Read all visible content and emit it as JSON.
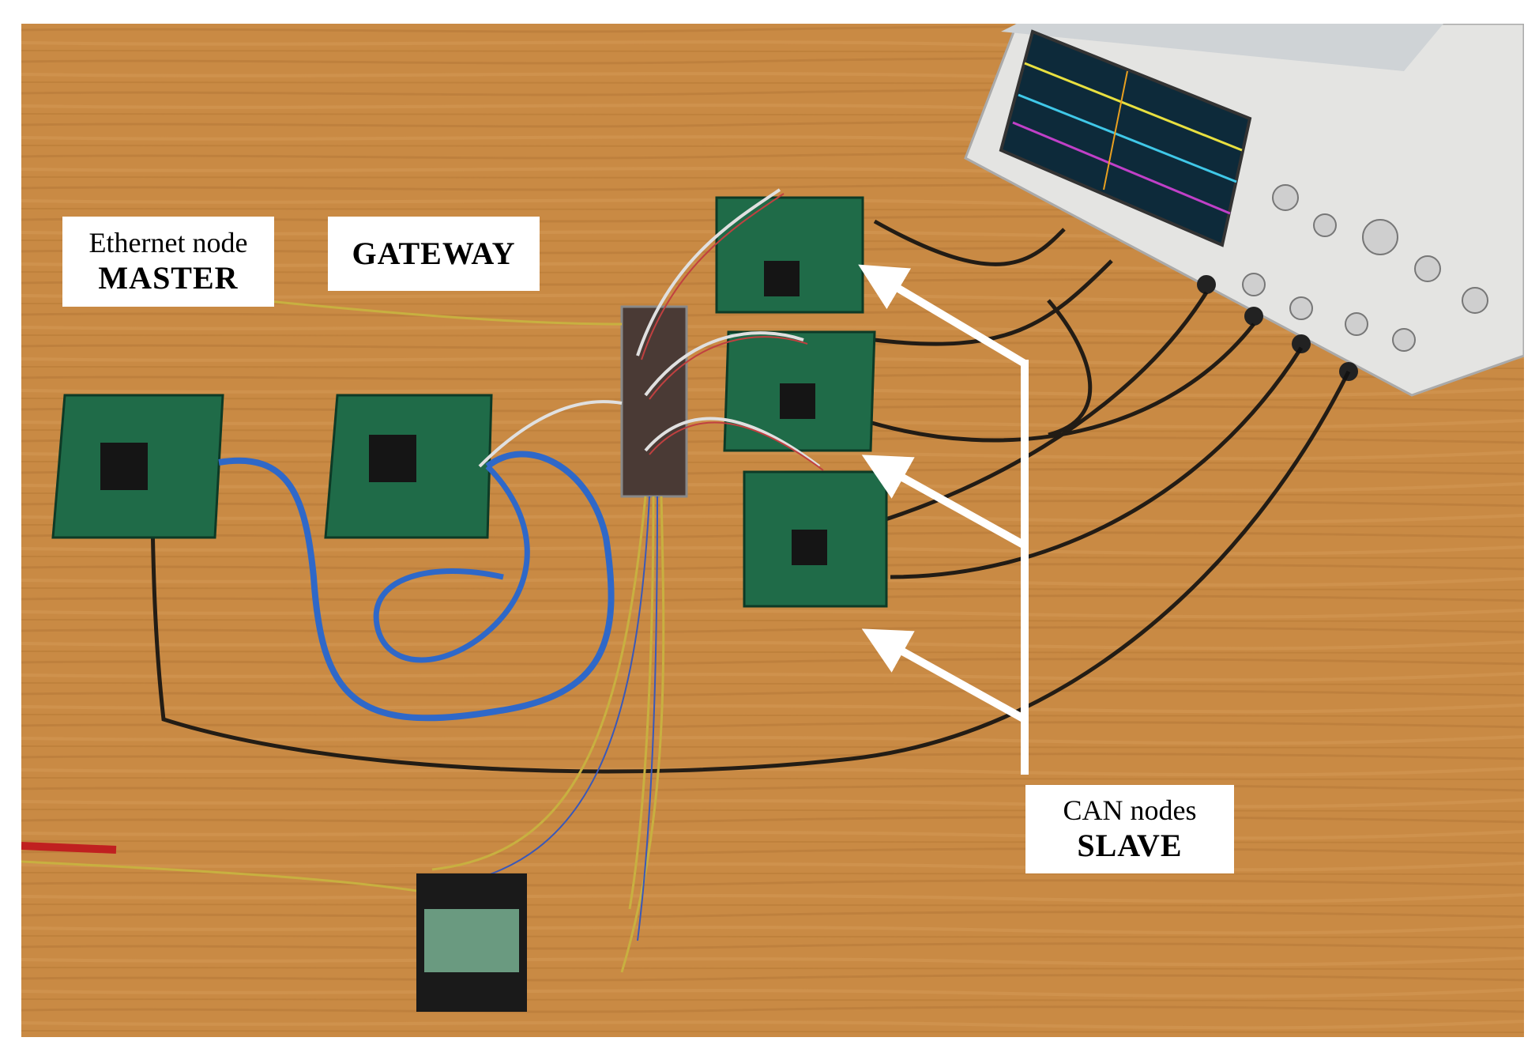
{
  "labels": {
    "ethernet_master": {
      "line1": "Ethernet node",
      "line2": "MASTER"
    },
    "gateway": {
      "line1": "GATEWAY"
    },
    "can_slave": {
      "line1": "CAN nodes",
      "line2": "SLAVE"
    }
  },
  "colors": {
    "table": "#c98a44",
    "pcb": "#1f6b48",
    "ethernet_cable": "#2f68c8",
    "arrow": "#ffffff"
  }
}
